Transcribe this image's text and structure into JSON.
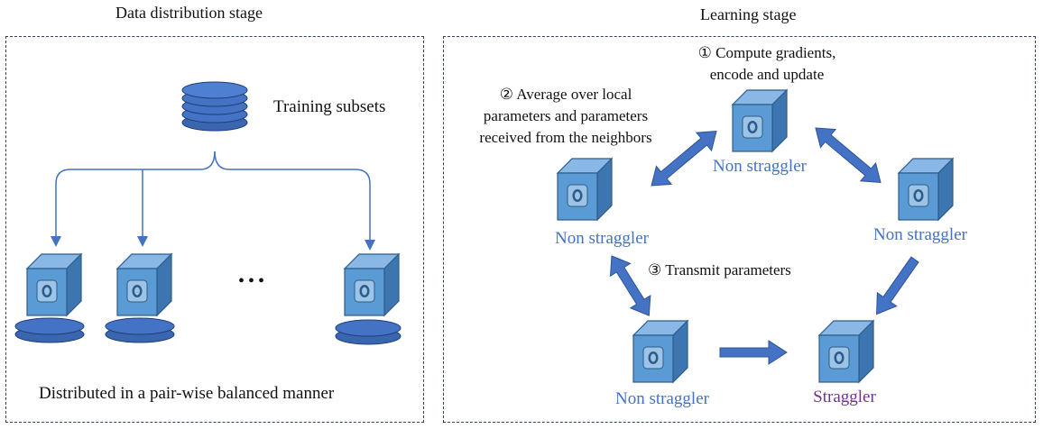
{
  "left_panel": {
    "title": "Data distribution stage",
    "training_label": "Training subsets",
    "ellipsis": "•••",
    "caption": "Distributed in a pair-wise balanced manner"
  },
  "right_panel": {
    "title": "Learning stage",
    "step1": {
      "marker": "①",
      "line1": "Compute gradients,",
      "line2": "encode and update"
    },
    "step2": {
      "marker": "②",
      "line1": "Average over local",
      "line2": "parameters and parameters",
      "line3": "received from the neighbors"
    },
    "step3": {
      "marker": "③",
      "text": "Transmit parameters"
    },
    "nodes": {
      "top": "Non straggler",
      "left": "Non straggler",
      "right": "Non straggler",
      "bottom_left": "Non straggler",
      "bottom_right": "Straggler"
    }
  },
  "colors": {
    "cube_front": "#5b9bd5",
    "database": "#4472c4",
    "arrow": "#4472c4",
    "label_blue": "#4472c4",
    "straggler_purple": "#7030a0"
  }
}
